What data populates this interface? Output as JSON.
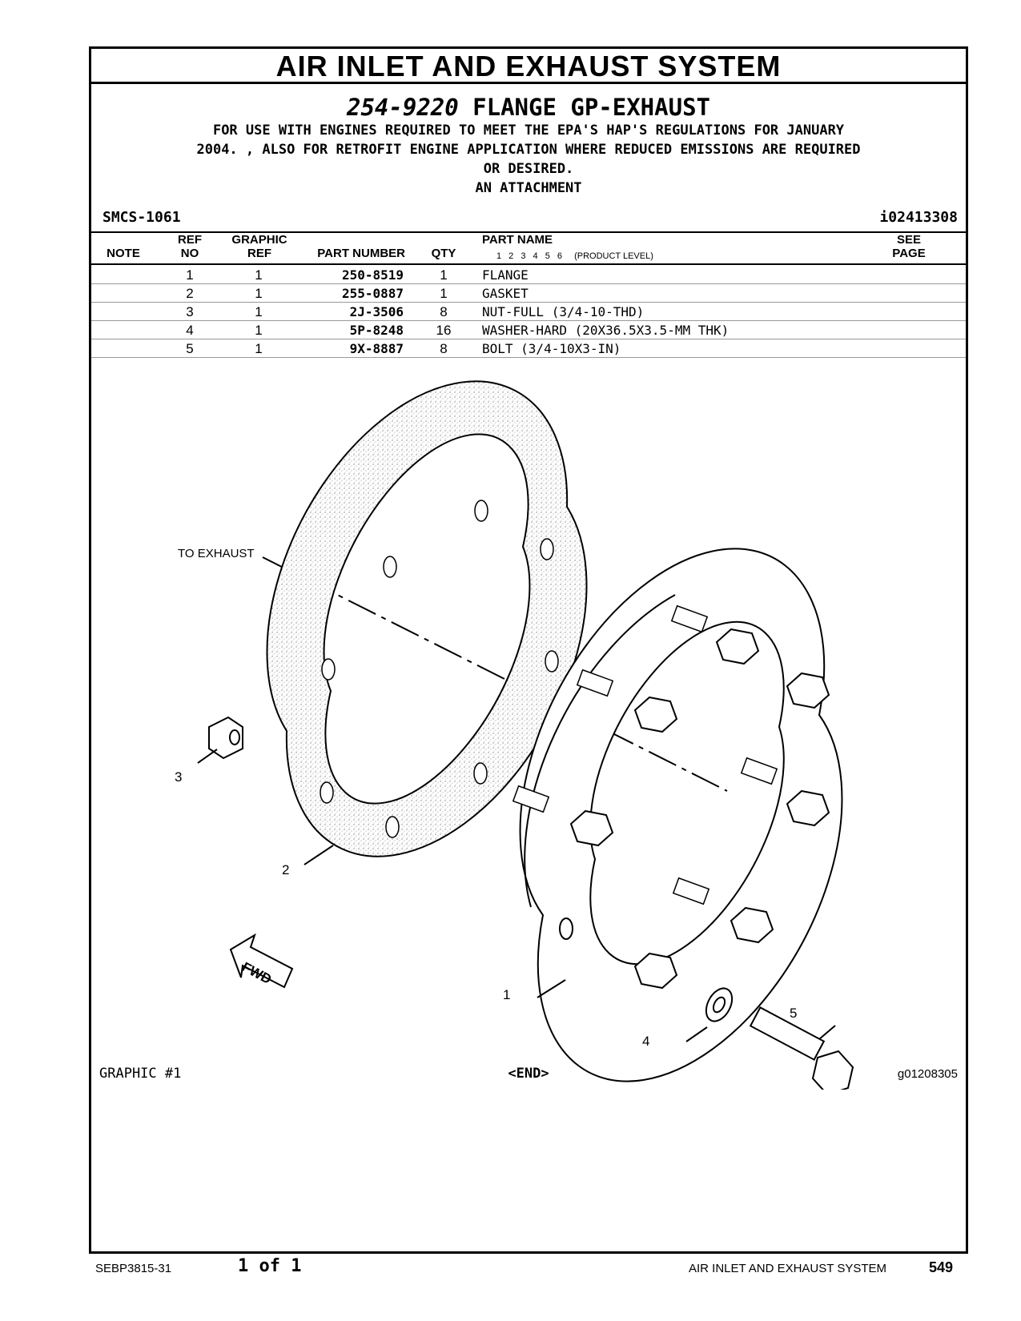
{
  "section_title": "AIR INLET AND EXHAUST SYSTEM",
  "part": {
    "number": "254-9220",
    "name": "FLANGE GP-EXHAUST",
    "usage_lines": [
      "FOR USE WITH ENGINES REQUIRED TO MEET THE EPA'S HAP'S REGULATIONS FOR JANUARY",
      "2004. , ALSO FOR RETROFIT ENGINE APPLICATION WHERE REDUCED EMISSIONS ARE REQUIRED",
      "OR DESIRED.",
      "AN ATTACHMENT"
    ]
  },
  "smcs": "SMCS-1061",
  "doc_id": "i02413308",
  "table": {
    "headers": {
      "note": "NOTE",
      "ref_no_1": "REF",
      "ref_no_2": "NO",
      "graphic_ref_1": "GRAPHIC",
      "graphic_ref_2": "REF",
      "part_number": "PART NUMBER",
      "qty": "QTY",
      "part_name": "PART NAME",
      "product_levels": "1 2 3 4 5 6",
      "product_level_label": "(PRODUCT LEVEL)",
      "see_page_1": "SEE",
      "see_page_2": "PAGE"
    },
    "rows": [
      {
        "ref": "1",
        "graphic_ref": "1",
        "part_number": "250-8519",
        "qty": "1",
        "name": "FLANGE"
      },
      {
        "ref": "2",
        "graphic_ref": "1",
        "part_number": "255-0887",
        "qty": "1",
        "name": "GASKET"
      },
      {
        "ref": "3",
        "graphic_ref": "1",
        "part_number": "2J-3506",
        "qty": "8",
        "name": "NUT-FULL (3/4-10-THD)"
      },
      {
        "ref": "4",
        "graphic_ref": "1",
        "part_number": "5P-8248",
        "qty": "16",
        "name": "WASHER-HARD (20X36.5X3.5-MM THK)"
      },
      {
        "ref": "5",
        "graphic_ref": "1",
        "part_number": "9X-8887",
        "qty": "8",
        "name": "BOLT (3/4-10X3-IN)"
      }
    ]
  },
  "illustration": {
    "to_exhaust": "TO EXHAUST",
    "fwd": "FWD",
    "callouts": [
      "1",
      "2",
      "3",
      "4",
      "5"
    ],
    "graphic_label": "GRAPHIC #1",
    "end_label": "<END>",
    "graphic_id": "g01208305"
  },
  "footer": {
    "doc": "SEBP3815-31",
    "page_of": "1 of 1",
    "section": "AIR INLET AND EXHAUST SYSTEM",
    "page_number": "549"
  }
}
